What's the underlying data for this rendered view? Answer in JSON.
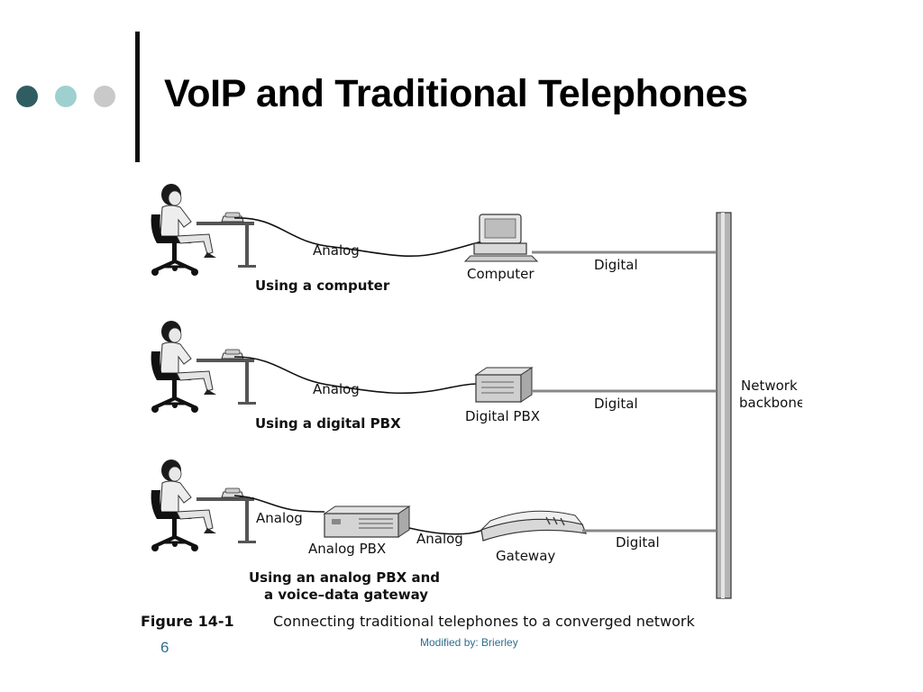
{
  "slide": {
    "title": "VoIP and Traditional Telephones",
    "number": "6",
    "footer": "Modified by: Brierley"
  },
  "diagram": {
    "rows": [
      {
        "analog_label": "Analog",
        "device_label": "Computer",
        "digital_label": "Digital",
        "caption": "Using a computer"
      },
      {
        "analog_label": "Analog",
        "device_label": "Digital PBX",
        "digital_label": "Digital",
        "caption": "Using a digital PBX"
      },
      {
        "analog_label_1": "Analog",
        "device_label_1": "Analog PBX",
        "analog_label_2": "Analog",
        "device_label_2": "Gateway",
        "digital_label": "Digital",
        "caption_line1": "Using an analog PBX and",
        "caption_line2": "a voice–data gateway"
      }
    ],
    "backbone_line1": "Network",
    "backbone_line2": "backbone",
    "figure_number": "Figure 14-1",
    "figure_caption": "Connecting traditional telephones to a converged network"
  }
}
